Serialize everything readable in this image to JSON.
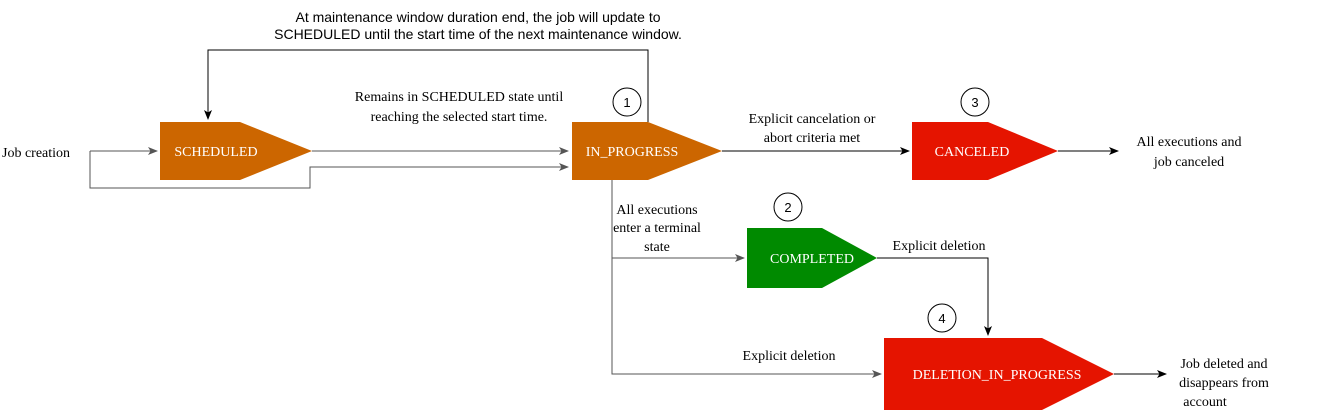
{
  "colors": {
    "scheduled": "#cc6600",
    "in_progress": "#cc6600",
    "canceled": "#e51400",
    "completed": "#008a00",
    "deletion_in_progress": "#e51400",
    "edge_gray": "#555555",
    "edge_black": "#000000"
  },
  "nodes": {
    "scheduled": "SCHEDULED",
    "in_progress": "IN_PROGRESS",
    "canceled": "CANCELED",
    "completed": "COMPLETED",
    "deletion_in_progress": "DELETION_IN_PROGRESS"
  },
  "markers": {
    "one": "1",
    "two": "2",
    "three": "3",
    "four": "4"
  },
  "labels": {
    "job_creation": "Job creation",
    "maintenance_line1": "At maintenance window duration end, the job will update to",
    "maintenance_line2": "SCHEDULED until the start time of the next maintenance window.",
    "remains_line1": "Remains in SCHEDULED state until",
    "remains_line2": "reaching the selected start time.",
    "cancel_line1": "Explicit cancelation or",
    "cancel_line2": "abort criteria met",
    "canceled_result_line1": "All executions and",
    "canceled_result_line2": "job canceled",
    "terminal_line1": "All executions",
    "terminal_line2": "enter a terminal",
    "terminal_line3": "state",
    "explicit_deletion_completed": "Explicit deletion",
    "explicit_deletion_in_progress": "Explicit deletion",
    "deleted_line1": "Job deleted and",
    "deleted_line2": "disappears from",
    "deleted_line3": "account"
  }
}
